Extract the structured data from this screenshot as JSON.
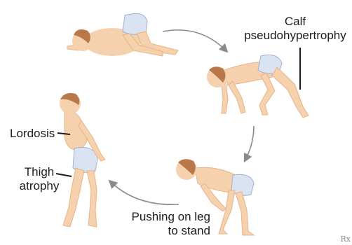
{
  "labels": {
    "calf_line1": "Calf",
    "calf_line2": "pseudohypertrophy",
    "lordosis": "Lordosis",
    "thigh_line1": "Thigh",
    "thigh_line2": "atrophy",
    "push_line1": "Pushing on leg",
    "push_line2": "to stand"
  },
  "watermark": "Rx",
  "colors": {
    "skin": "#f6d1ad",
    "skin_shade": "#e8b488",
    "hair": "#b8784a",
    "diaper": "#d9e3f2",
    "diaper_shade": "#9fb2d0",
    "arrow": "#8a8a8a",
    "pointer": "#1c1c1c"
  }
}
